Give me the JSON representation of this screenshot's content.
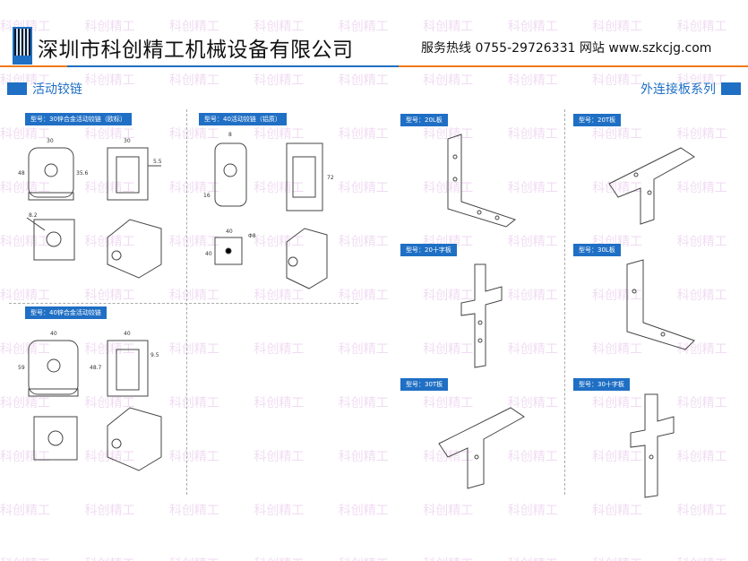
{
  "header": {
    "company": "深圳市科创精工机械设备有限公司",
    "hotline_label": "服务热线",
    "hotline": "0755-29726331",
    "site_label": "网站",
    "site": "www.szkcjg.com"
  },
  "sections": {
    "left": "活动铰链",
    "right": "外连接板系列"
  },
  "watermark": "科创精工",
  "left_items": [
    {
      "label": "型号：30锌合金活动铰链（欧标）",
      "dims": [
        "30",
        "30",
        "48",
        "35.6",
        "5.5",
        "8.2"
      ]
    },
    {
      "label": "型号：40活动铰链（铝质）",
      "dims": [
        "8",
        "72",
        "16",
        "40",
        "40",
        "Φ8"
      ]
    },
    {
      "label": "型号：40锌合金活动铰链",
      "dims": [
        "40",
        "40",
        "59",
        "48.7",
        "9.5"
      ]
    }
  ],
  "right_items": [
    {
      "label": "型号：20L板"
    },
    {
      "label": "型号：20T板"
    },
    {
      "label": "型号：20十字板"
    },
    {
      "label": "型号：30L板"
    },
    {
      "label": "型号：30T板"
    },
    {
      "label": "型号：30十字板"
    }
  ],
  "colors": {
    "blue": "#1f6fc4",
    "orange": "#f07a1a"
  }
}
